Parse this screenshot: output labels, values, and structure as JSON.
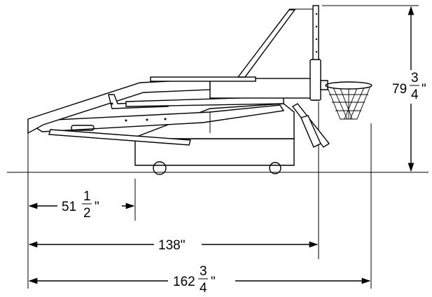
{
  "dimensions": {
    "height": {
      "whole": "79",
      "numerator": "3",
      "denominator": "4",
      "unit": "\""
    },
    "overhang": {
      "whole": "51",
      "numerator": "1",
      "denominator": "2",
      "unit": "\""
    },
    "extension": {
      "text": "138\""
    },
    "total_length": {
      "whole": "162",
      "numerator": "3",
      "denominator": "4",
      "unit": "\""
    }
  }
}
